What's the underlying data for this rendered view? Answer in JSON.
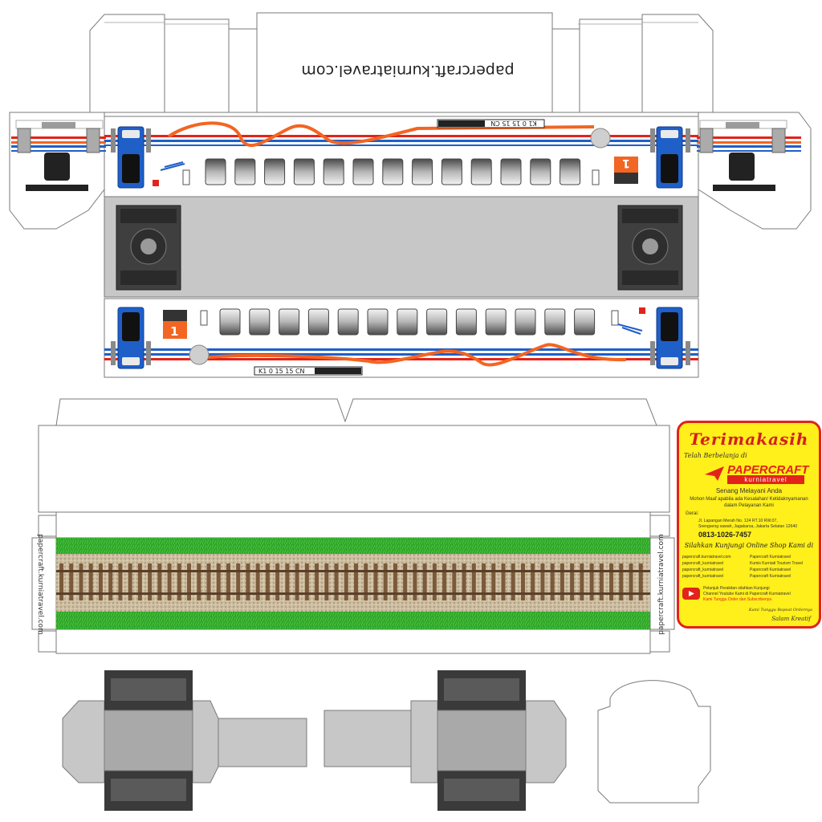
{
  "website": "papercraft.kurniatravel.com",
  "car_code": "K1 0 15 15 CN",
  "class_number": "1",
  "card": {
    "title": "Terimakasih",
    "subtitle": "Telah Berbelanja di",
    "brand": "PAPERCRAFT",
    "brand_sub": "kurniatravel",
    "greeting": "Senang Melayani Anda",
    "apology_1": "Mohon Maaf apabila ada Kesalahan/ Ketidaknyamanan",
    "apology_2": "dalam Pelayanan Kami",
    "address_label": "Gerai:",
    "address_1": "Jl. Lapangan Merah No. 124 RT.10 RW.07,",
    "address_2": "Srengseng sawah, Jagakarsa, Jakarta Selatan 12640",
    "phone": "0813-1026-7457",
    "invite": "Silahkan Kunjungi Online Shop Kami di",
    "links": [
      "papercraft.kurniatravel.com",
      "Papercraft Kurniatravel",
      "papercraft_kurniatravel",
      "Kumis Kurniati Tourism Travel",
      "papercraft_kurniatravel",
      "Papercraft Kurniatravel",
      "papercraft_kurniatravel",
      "Papercraft Kurniatravel"
    ],
    "yt_1": "Petunjuk Perakitan silahkan Kunjungi",
    "yt_2": "Channel Youtube Kami di Papercraft Kurniatravel",
    "yt_3": "Kami Tunggu Order dan Subscribenya",
    "sign_1": "Kami Tunggu Repeat Ordernya",
    "sign_2": "Salam Kreatif"
  },
  "colors": {
    "blue": "#1f5fc8",
    "orange": "#f26522",
    "red_stripe": "#e2231a",
    "grass": "#2fa52b",
    "ballast": "#c8b898",
    "rail": "#6b4a2a",
    "roof_gray": "#c7c7c7",
    "dark": "#444444",
    "card_yellow": "#ffef1a"
  },
  "window_count": 13,
  "sleeper_count": 60
}
